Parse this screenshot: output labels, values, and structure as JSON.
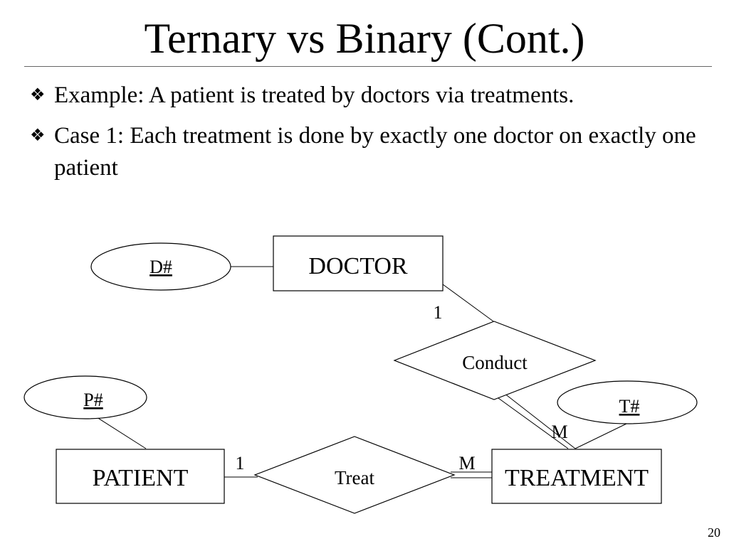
{
  "title": "Ternary vs Binary (Cont.)",
  "bullets": [
    {
      "marker": "❖",
      "text": "Example: A patient is treated by doctors via treatments."
    },
    {
      "marker": "❖",
      "text": "Case 1: Each treatment is done by exactly one doctor on exactly one patient"
    }
  ],
  "diagram": {
    "entities": {
      "doctor": "DOCTOR",
      "patient": "PATIENT",
      "treatment": "TREATMENT"
    },
    "attributes": {
      "doctor_key": "D#",
      "patient_key": "P#",
      "treatment_key": "T#"
    },
    "relationships": {
      "conduct": "Conduct",
      "treat": "Treat"
    },
    "cardinalities": {
      "conduct_doctor": "1",
      "conduct_treatment": "M",
      "treat_patient": "1",
      "treat_treatment": "M"
    }
  },
  "page_number": "20"
}
